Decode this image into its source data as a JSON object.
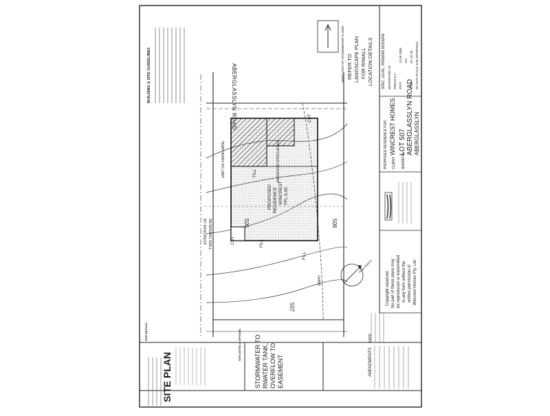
{
  "sheet": {
    "title": "SITE PLAN",
    "stormwater_note": [
      "STORMWATER TO",
      "RWATER TANK,",
      "OVERFLOW TO",
      "EASEMENT"
    ],
    "road_name": "ABERGLASSLYN ROAD",
    "landscape_note": [
      "REFER TO",
      "LANDSCAPE PLAN",
      "FOR R/WALL",
      "LOCATION DETAILS"
    ],
    "spec_level": "SPEC. LEVEL: PREMIER MODERN",
    "direction_label": "DIRECTION OF STORMWATER FLOWS",
    "building_setback_title": "BUILDING & SITE GUIDELINES",
    "lot_numbers": {
      "north": "505",
      "south": "508",
      "east": "507"
    },
    "dimension": "14493",
    "house_labels": [
      "PROPOSED",
      "RESIDENCE",
      "WINCREST",
      "FFL 0.00"
    ],
    "driveway_label": "PROPOSED DRIVEWAY",
    "temporary_label": "TEMPORARY A/C UNIT",
    "retaining_wall": [
      "RETAINING WALL",
      "BY WINCREST"
    ],
    "fill_labels": [
      "FILL",
      "FILL",
      "FILL"
    ],
    "cut_labels": [
      "CUT",
      "CUT"
    ],
    "north_label": "TRUE NORTH",
    "proposed_residence_for": "PROPOSED RESIDENCE FOR:",
    "client_label": "CLIENT:",
    "client_name": "WINCREST HOMES",
    "address_label": "ADDRESS:",
    "address_line1": "LOT 507",
    "address_line2": "ABERGLASSLYN ROAD",
    "address_line3": "ABERGLASSLYN",
    "copyright": [
      "Copyright reserved",
      "No part of these plans may",
      "be reproduced or transmitted",
      "in any form without the",
      "written permission of",
      "Wincrest Homes Pty. Ltd."
    ],
    "amendments_label": "AMENDMENTS",
    "date_label": "DATE",
    "scale_note": "DO NOT SCALE THE DRAWINGS",
    "title_block": {
      "design": "WATERFORD 25",
      "job_no": "200510-8-A",
      "drawn": "BTAT",
      "date": "11-05-2006",
      "checked": "GG",
      "scale": "1:200",
      "sheet": "01 OF 25"
    },
    "site_notes_title": "SITE NOTES & OPTIONS",
    "site_details_title": "SITE DETAILS"
  }
}
